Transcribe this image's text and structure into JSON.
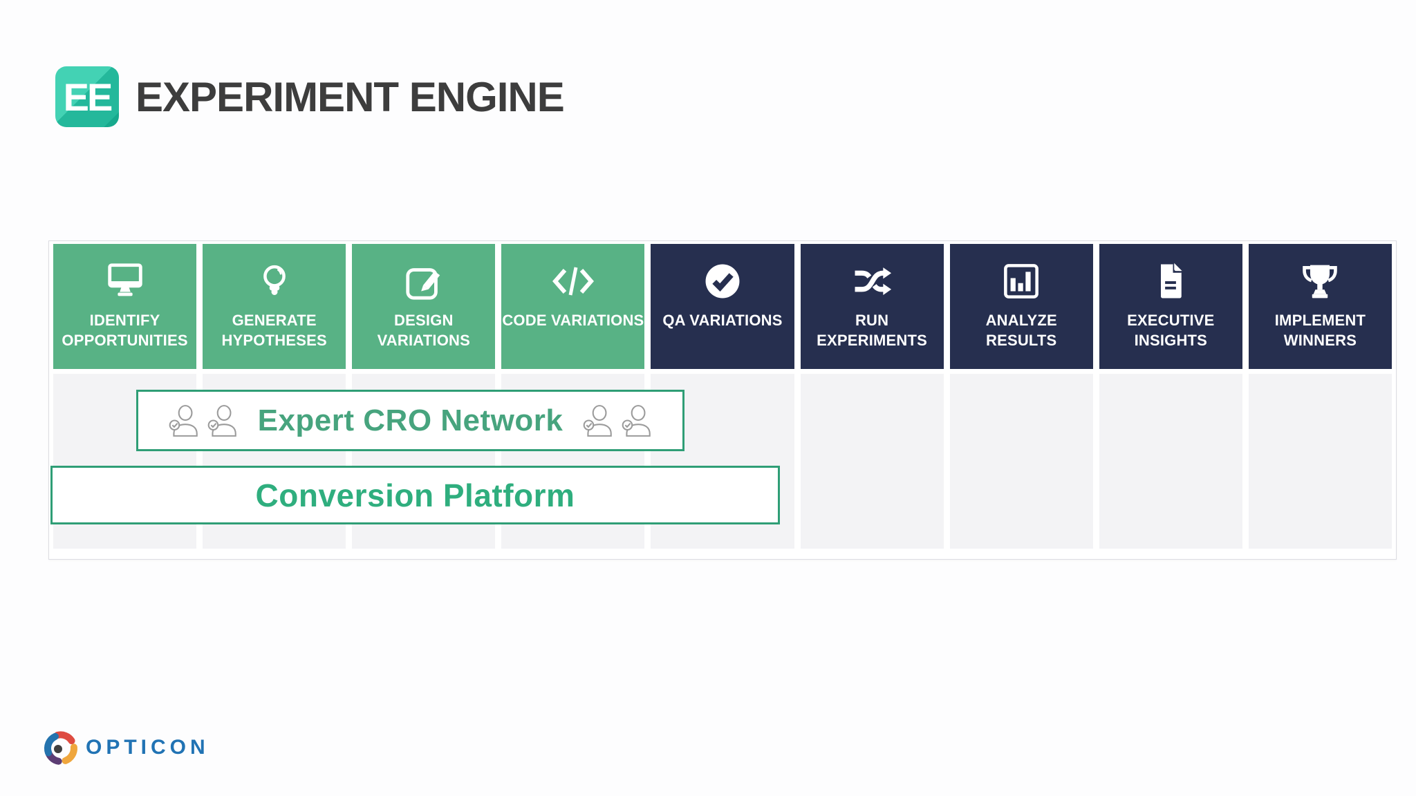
{
  "header": {
    "logo_badge": "EE",
    "title": "EXPERIMENT ENGINE"
  },
  "pipeline": {
    "steps": [
      {
        "label": "IDENTIFY OPPORTUNITIES",
        "icon": "monitor-icon",
        "phase": "green"
      },
      {
        "label": "GENERATE HYPOTHESES",
        "icon": "lightbulb-icon",
        "phase": "green"
      },
      {
        "label": "DESIGN VARIATIONS",
        "icon": "edit-icon",
        "phase": "green"
      },
      {
        "label": "CODE VARIATIONS",
        "icon": "code-icon",
        "phase": "green"
      },
      {
        "label": "QA VARIATIONS",
        "icon": "check-circle-icon",
        "phase": "navy"
      },
      {
        "label": "RUN EXPERIMENTS",
        "icon": "shuffle-icon",
        "phase": "navy"
      },
      {
        "label": "ANALYZE RESULTS",
        "icon": "bar-chart-icon",
        "phase": "navy"
      },
      {
        "label": "EXECUTIVE INSIGHTS",
        "icon": "document-icon",
        "phase": "navy"
      },
      {
        "label": "IMPLEMENT WINNERS",
        "icon": "trophy-icon",
        "phase": "navy"
      }
    ]
  },
  "overlays": {
    "expert_network_label": "Expert CRO Network",
    "platform_label": "Conversion Platform"
  },
  "footer": {
    "brand": "OPTICON"
  },
  "colors": {
    "step_green": "#58B285",
    "step_navy": "#262F4F",
    "overlay_border": "#2F9E76",
    "expert_text": "#47A47E",
    "platform_text": "#2FAE7E",
    "badge_teal": "#2BC4A7",
    "brand_blue": "#2173B4",
    "column_fill": "#F3F3F5"
  }
}
